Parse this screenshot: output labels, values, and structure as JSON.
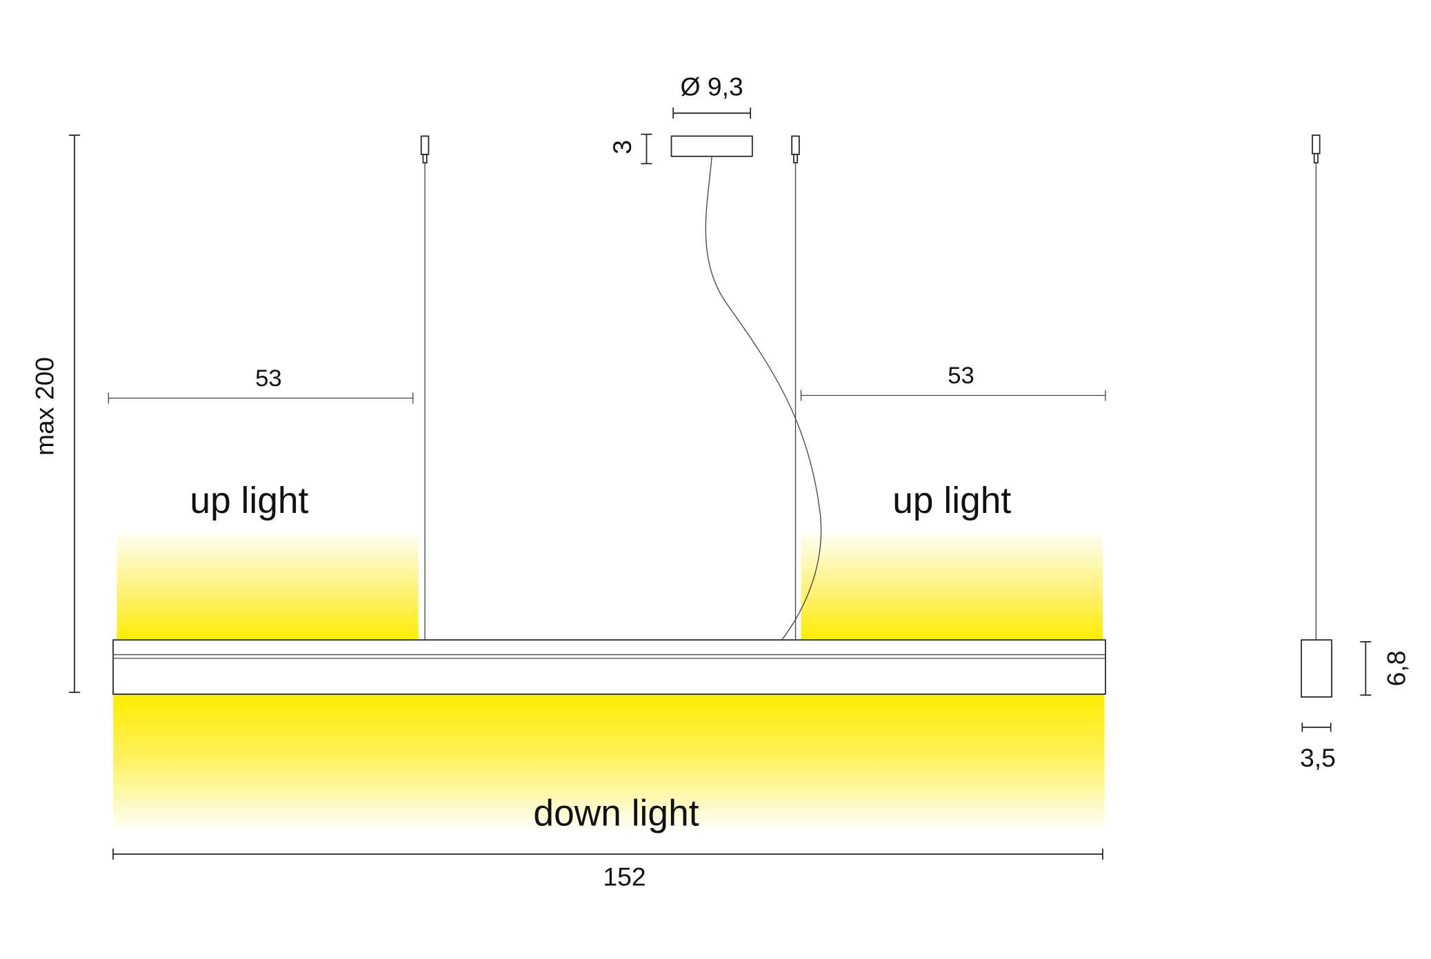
{
  "labels": {
    "canopy_diameter": "Ø 9,3",
    "canopy_height": "3",
    "max_height": "max 200",
    "left_offset": "53",
    "right_offset": "53",
    "up_light_left": "up light",
    "up_light_right": "up light",
    "down_light": "down light",
    "total_length": "152",
    "profile_height": "6,8",
    "profile_width": "3,5"
  },
  "colors": {
    "light": "#ffec00",
    "line": "#222222"
  }
}
